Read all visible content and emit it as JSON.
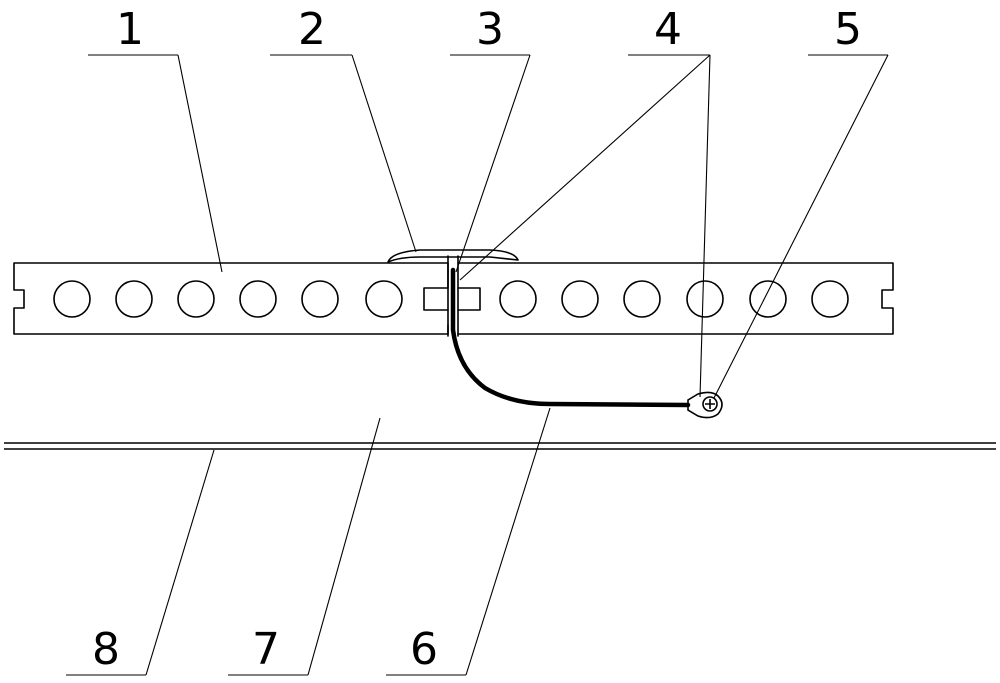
{
  "labels": {
    "n1": "1",
    "n2": "2",
    "n3": "3",
    "n4": "4",
    "n5": "5",
    "n6": "6",
    "n7": "7",
    "n8": "8"
  },
  "colors": {
    "stroke": "#000000",
    "background": "#ffffff"
  }
}
